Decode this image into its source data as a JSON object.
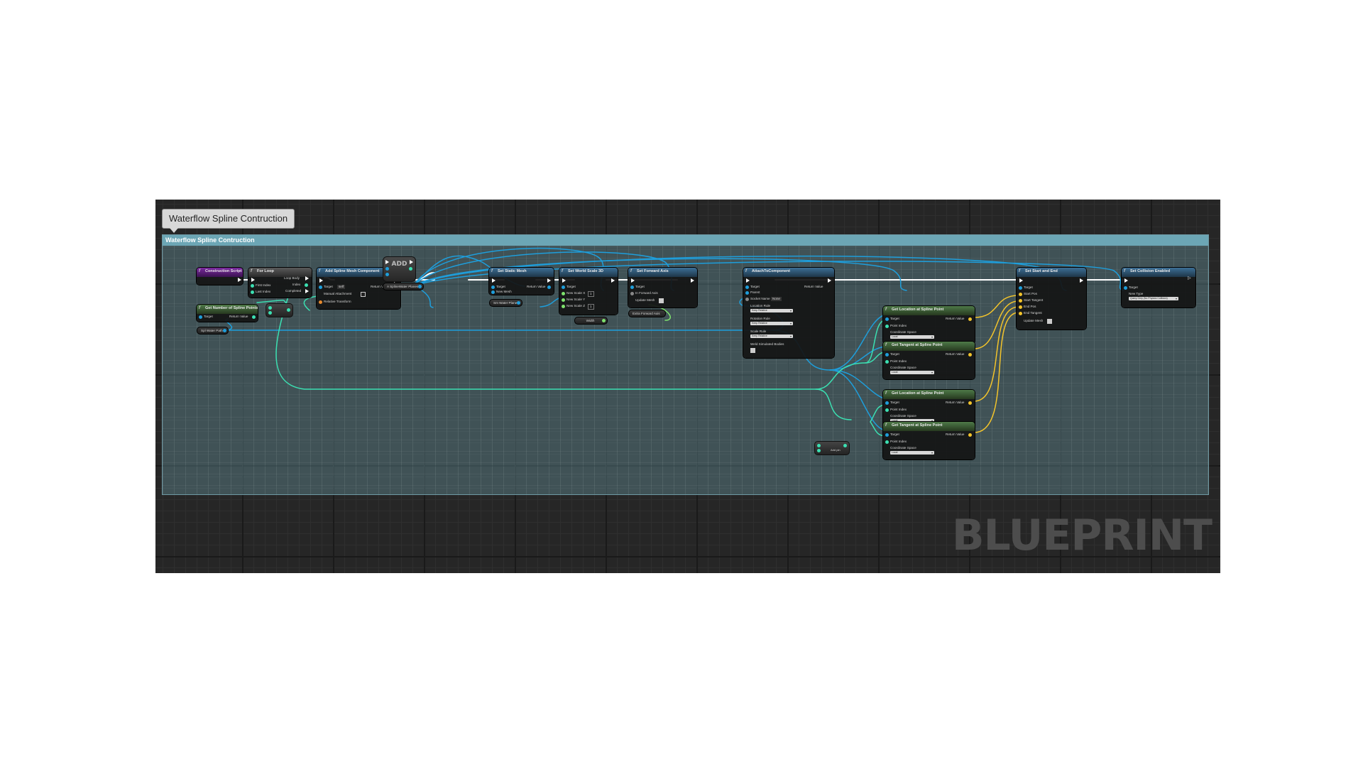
{
  "comment": {
    "bubble": "Waterflow Spline Contruction",
    "header": "Waterflow Spline Contruction"
  },
  "watermark": "BLUEPRINT",
  "add_label": "ADD",
  "nodes": {
    "construction_script": {
      "title": "Construction Script"
    },
    "for_loop": {
      "title": "For Loop",
      "first_index": "First Index",
      "last_index": "Last Index",
      "loop_body": "Loop Body",
      "index": "Index",
      "completed": "Completed"
    },
    "get_num_points": {
      "title": "Get Number of Spline Points",
      "target": "Target",
      "return": "Return Value"
    },
    "spline_ref": {
      "label": "Spl Water Path"
    },
    "add_spline_mesh": {
      "title": "Add Spline Mesh Component",
      "target": "Target",
      "target_val": "self",
      "manual_attachment": "Manual Attachment",
      "relative_transform": "Relative Transform",
      "return": "Return Value"
    },
    "array_ref": {
      "label": "A SplineWater Planes"
    },
    "set_static_mesh": {
      "title": "Set Static Mesh",
      "target": "Target",
      "new_mesh": "New Mesh",
      "return": "Return Value"
    },
    "mesh_ref": {
      "label": "Sm Water Plane"
    },
    "set_world_scale": {
      "title": "Set World Scale 3D",
      "target": "Target",
      "x": "New Scale X",
      "y": "New Scale Y",
      "z": "New Scale Z",
      "x_val": "1",
      "z_val": "1"
    },
    "width_ref": {
      "label": "Width"
    },
    "set_forward_axis": {
      "title": "Set Forward Axis",
      "target": "Target",
      "in_axis": "In Forward Axis",
      "update_mesh": "Update Mesh"
    },
    "axis_ref": {
      "label": "Extra Forward Axis"
    },
    "attach_to_component": {
      "title": "AttachToComponent",
      "target": "Target",
      "parent": "Parent",
      "socket_name": "Socket Name",
      "socket_val": "None",
      "location_rule": "Location Rule",
      "rotation_rule": "Rotation Rule",
      "scale_rule": "Scale Rule",
      "rule_val": "Keep Relative",
      "weld": "Weld Simulated Bodies",
      "return": "Return Value"
    },
    "get_location_1": {
      "title": "Get Location at Spline Point",
      "target": "Target",
      "point_index": "Point Index",
      "coord_space": "Coordinate Space",
      "coord_val": "Local",
      "return": "Return Value"
    },
    "get_tangent_1": {
      "title": "Get Tangent at Spline Point",
      "target": "Target",
      "point_index": "Point Index",
      "coord_space": "Coordinate Space",
      "coord_val": "Local",
      "return": "Return Value"
    },
    "get_location_2": {
      "title": "Get Location at Spline Point",
      "target": "Target",
      "point_index": "Point Index",
      "coord_space": "Coordinate Space",
      "coord_val": "Local",
      "return": "Return Value"
    },
    "get_tangent_2": {
      "title": "Get Tangent at Spline Point",
      "target": "Target",
      "point_index": "Point Index",
      "coord_space": "Coordinate Space",
      "coord_val": "Local",
      "return": "Return Value"
    },
    "add_pin": {
      "label": "Add pin"
    },
    "set_start_end": {
      "title": "Set Start and End",
      "target": "Target",
      "start_pos": "Start Pos",
      "start_tangent": "Start Tangent",
      "end_pos": "End Pos",
      "end_tangent": "End Tangent",
      "update_mesh": "Update Mesh"
    },
    "set_collision": {
      "title": "Set Collision Enabled",
      "target": "Target",
      "new_type": "New Type",
      "new_type_val": "Query Only (No Physics Collision)"
    }
  },
  "colors": {
    "exec": "#ffffff",
    "object": "#1e9edb",
    "int": "#3be0b2",
    "float": "#7fe36e",
    "vector": "#f3c42b",
    "transform": "#e68a2e"
  }
}
